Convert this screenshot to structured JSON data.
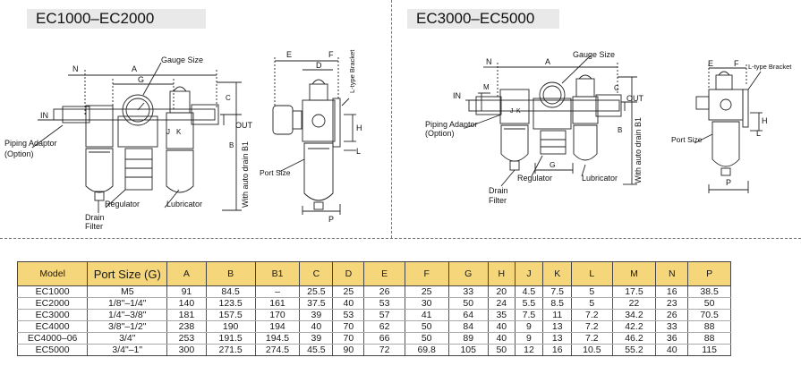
{
  "titles": {
    "left": "EC1000–EC2000",
    "right": "EC3000–EC5000"
  },
  "left_labels": {
    "gauge_size": "Gauge Size",
    "in": "IN",
    "out": "OUT",
    "piping_adaptor": "Piping Adaptor",
    "option": "(Option)",
    "regulator": "Regulator",
    "lubricator": "Lubricator",
    "drain": "Drain",
    "filter": "Filter",
    "auto_drain": "With auto drain B1",
    "dim_n": "N",
    "dim_a": "A",
    "dim_g": "G",
    "dim_c": "C",
    "dim_b": "B",
    "dim_j": "J",
    "dim_k": "K"
  },
  "side_left_labels": {
    "l_type_bracket": "L-type Bracket",
    "port_size": "Port Size",
    "dim_e": "E",
    "dim_f": "F",
    "dim_d": "D",
    "dim_h": "H",
    "dim_l": "L",
    "dim_p": "P"
  },
  "right_labels": {
    "gauge_size": "Gauge Size",
    "in": "IN",
    "out": "OUT",
    "piping_adaptor": "Piping Adaptor",
    "option": "(Option)",
    "regulator": "Regulator",
    "lubricator": "Lubricator",
    "drain": "Drain",
    "filter": "Filter",
    "auto_drain": "With auto drain B1",
    "dim_n": "N",
    "dim_a": "A",
    "dim_g": "G",
    "dim_c": "C",
    "dim_b": "B",
    "dim_j": "J",
    "dim_k": "K",
    "dim_m": "M"
  },
  "side_right_labels": {
    "l_type_bracket": "L-type Bracket",
    "port_size": "Port Size",
    "dim_e": "E",
    "dim_f": "F",
    "dim_h": "H",
    "dim_l": "L",
    "dim_p": "P"
  },
  "table": {
    "headers": [
      "Model",
      "Port Size (G)",
      "A",
      "B",
      "B1",
      "C",
      "D",
      "E",
      "F",
      "G",
      "H",
      "J",
      "K",
      "L",
      "M",
      "N",
      "P"
    ],
    "rows": [
      [
        "EC1000",
        "M5",
        "91",
        "84.5",
        "–",
        "25.5",
        "25",
        "26",
        "25",
        "33",
        "20",
        "4.5",
        "7.5",
        "5",
        "17.5",
        "16",
        "38.5"
      ],
      [
        "EC2000",
        "1/8\"–1/4\"",
        "140",
        "123.5",
        "161",
        "37.5",
        "40",
        "53",
        "30",
        "50",
        "24",
        "5.5",
        "8.5",
        "5",
        "22",
        "23",
        "50"
      ],
      [
        "EC3000",
        "1/4\"–3/8\"",
        "181",
        "157.5",
        "170",
        "39",
        "53",
        "57",
        "41",
        "64",
        "35",
        "7.5",
        "11",
        "7.2",
        "34.2",
        "26",
        "70.5"
      ],
      [
        "EC4000",
        "3/8\"–1/2\"",
        "238",
        "190",
        "194",
        "40",
        "70",
        "62",
        "50",
        "84",
        "40",
        "9",
        "13",
        "7.2",
        "42.2",
        "33",
        "88"
      ],
      [
        "EC4000–06",
        "3/4\"",
        "253",
        "191.5",
        "194.5",
        "39",
        "70",
        "66",
        "50",
        "89",
        "40",
        "9",
        "13",
        "7.2",
        "46.2",
        "36",
        "88"
      ],
      [
        "EC5000",
        "3/4\"–1\"",
        "300",
        "271.5",
        "274.5",
        "45.5",
        "90",
        "72",
        "69.8",
        "105",
        "50",
        "12",
        "16",
        "10.5",
        "55.2",
        "40",
        "115"
      ]
    ]
  }
}
